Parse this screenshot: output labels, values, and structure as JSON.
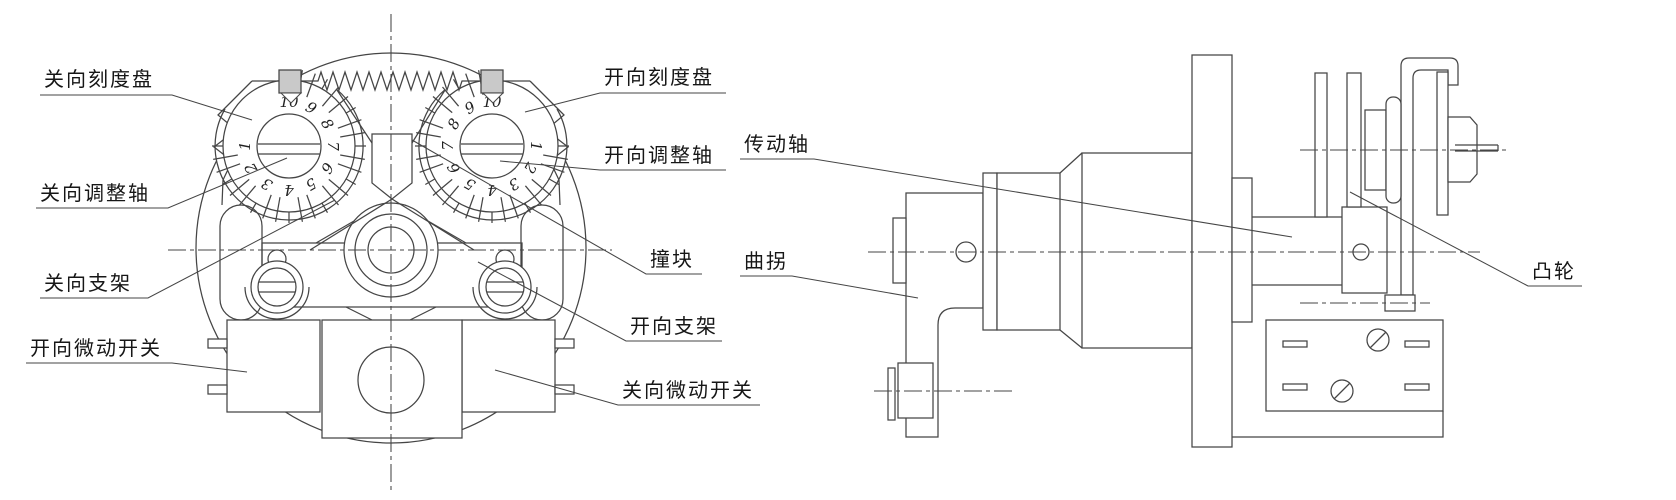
{
  "front_view": {
    "labels": {
      "close_dial": "关向刻度盘",
      "close_adjust_shaft": "关向调整轴",
      "close_bracket": "关向支架",
      "open_micro_switch": "开向微动开关",
      "open_dial": "开向刻度盘",
      "open_adjust_shaft": "开向调整轴",
      "striker_block": "撞块",
      "open_bracket": "开向支架",
      "close_micro_switch": "关向微动开关"
    },
    "dials": {
      "numbers": [
        "10",
        "9",
        "8",
        "7",
        "6",
        "5",
        "4",
        "3",
        "2",
        "1"
      ]
    }
  },
  "side_view": {
    "labels": {
      "drive_shaft": "传动轴",
      "crank": "曲拐",
      "cam": "凸轮"
    }
  },
  "colors": {
    "line": "#454545",
    "text": "#161616",
    "pointer_fill": "#c9c9c9",
    "background": "#ffffff"
  }
}
